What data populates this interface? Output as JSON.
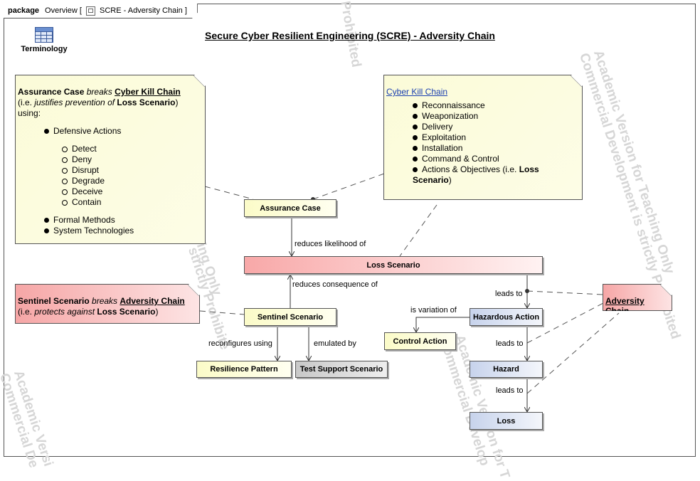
{
  "tab": {
    "keyword": "package",
    "name": "Overview [",
    "diagram": "SCRE - Adversity Chain ]"
  },
  "title": "Secure Cyber Resilient Engineering (SCRE) - Adversity Chain",
  "terminology": "Terminology",
  "watermark": {
    "academic": "Academic Version for Teaching Only",
    "commercial": "Commercial Development is strictly Prohibited",
    "frag_prohibited": "Prohibited",
    "frag_teaching": "ching Only",
    "frag_strictly": "strictly Prohibite",
    "frag_academic_left": "Academic Versi",
    "frag_commercial_left": "Commercial De",
    "frag_academic_mid": "Academic Version for T",
    "frag_commercial_mid": "ommercial Develop"
  },
  "notes": {
    "assurance": {
      "l1_a": "Assurance Case",
      "l1_b": " breaks ",
      "l1_c": "Cyber Kill Chain",
      "l2_a": "(i.e. ",
      "l2_b": "justifies prevention of",
      "l2_c": " Loss Scenario",
      "l2_d": ") using:",
      "defensive": "Defensive Actions",
      "sub": [
        "Detect",
        "Deny",
        "Disrupt",
        "Degrade",
        "Deceive",
        "Contain"
      ],
      "formal": "Formal Methods",
      "systech": "System Technologies"
    },
    "killchain": {
      "title": "Cyber Kill Chain",
      "items": [
        "Reconnaissance",
        "Weaponization",
        "Delivery",
        "Exploitation",
        "Installation",
        "Command & Control"
      ],
      "last_a": "Actions & Objectives (i.e. ",
      "last_b": "Loss Scenario",
      "last_c": ")"
    },
    "sentinel": {
      "l1_a": "Sentinel Scenario",
      "l1_b": " breaks ",
      "l1_c": "Adversity Chain",
      "l2_a": "(i.e. ",
      "l2_b": "protects against",
      "l2_c": " Loss Scenario",
      "l2_d": ")"
    },
    "adversity": {
      "title": "Adversity Chain"
    }
  },
  "blocks": {
    "assurance_case": "Assurance Case",
    "loss_scenario": "Loss Scenario",
    "sentinel_scenario": "Sentinel Scenario",
    "resilience_pattern": "Resilience Pattern",
    "test_support": "Test Support Scenario",
    "control_action": "Control Action",
    "hazardous_action": "Hazardous Action",
    "hazard": "Hazard",
    "loss": "Loss"
  },
  "edges": {
    "reduces_likelihood": "reduces likelihood of",
    "reduces_consequence": "reduces consequence of",
    "reconfigures": "reconfigures using",
    "emulated": "emulated by",
    "is_variation": "is variation of",
    "leads_to_1": "leads to",
    "leads_to_2": "leads to",
    "leads_to_3": "leads to"
  }
}
